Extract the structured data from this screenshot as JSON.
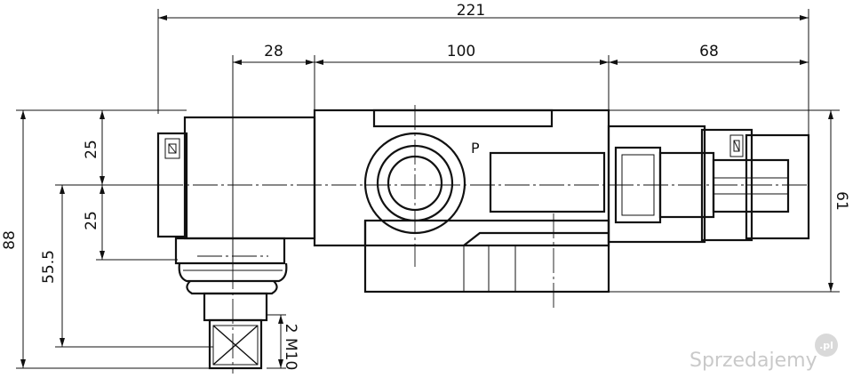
{
  "dimensions": {
    "overall_width": "221",
    "left_part": "28",
    "middle_part": "100",
    "right_part": "68",
    "total_height": "88",
    "upper_half": "25",
    "lower_half": "25",
    "mount_height": "55.5",
    "right_height": "61",
    "thread": "2 M10"
  },
  "labels": {
    "port": "P"
  },
  "watermark": {
    "site": "Sprzedajemy",
    "tld": ".pl"
  }
}
